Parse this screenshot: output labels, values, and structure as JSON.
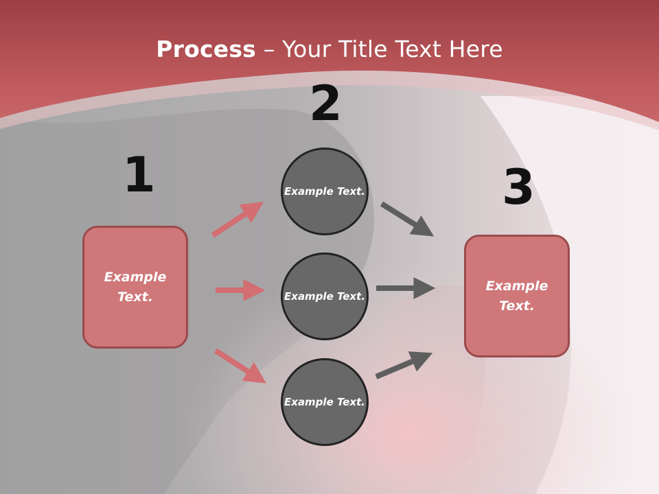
{
  "slide": {
    "title_bold": "Process",
    "title_rest": " – Your Title Text Here"
  },
  "steps": {
    "one": "1",
    "two": "2",
    "three": "3"
  },
  "nodes": {
    "start_box": "Example Text.",
    "circle_top": "Example Text.",
    "circle_middle": "Example Text.",
    "circle_bottom": "Example Text.",
    "end_box": "Example Text."
  },
  "colors": {
    "header_band": "#b85457",
    "box_fill": "#cf7779",
    "box_border": "#9a4a4d",
    "circle_fill": "#686868",
    "circle_border": "#222222",
    "arrow_red": "#d36e72",
    "arrow_grey": "#5e5e5e"
  }
}
